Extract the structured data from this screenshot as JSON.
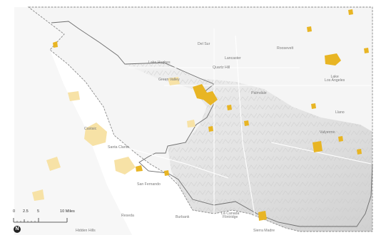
{
  "map": {
    "places": [
      {
        "id": "del-sur",
        "name": "Del Sur"
      },
      {
        "id": "lake-hughes",
        "name": "Lake Hughes"
      },
      {
        "id": "lancaster",
        "name": "Lancaster"
      },
      {
        "id": "roosevelt",
        "name": "Roosevelt"
      },
      {
        "id": "quartz-hill",
        "name": "Quartz Hill"
      },
      {
        "id": "green-valley",
        "name": "Green Valley"
      },
      {
        "id": "palmdale",
        "name": "Palmdale"
      },
      {
        "id": "lake-los-angeles",
        "name": "Lake\nLos Angeles"
      },
      {
        "id": "llano",
        "name": "Llano"
      },
      {
        "id": "castaic",
        "name": "Castaic"
      },
      {
        "id": "valyermo",
        "name": "Valyermo"
      },
      {
        "id": "santa-clarita",
        "name": "Santa Clarita"
      },
      {
        "id": "san-fernando",
        "name": "San Fernando"
      },
      {
        "id": "reseda",
        "name": "Reseda"
      },
      {
        "id": "burbank",
        "name": "Burbank"
      },
      {
        "id": "la-canada-flintridge",
        "name": "La Canada\nFlintridge"
      },
      {
        "id": "sierra-madre",
        "name": "Sierra Madre"
      },
      {
        "id": "hidden-hills",
        "name": "Hidden Hills"
      }
    ],
    "scale_bar": {
      "ticks": [
        "0",
        "2.5",
        "5",
        "10 Miles"
      ]
    },
    "north_symbol": "N",
    "colors": {
      "highlight": "#e8b524",
      "light_highlight": "#f7e2a6",
      "boundary": "#888888",
      "terrain": "#dcdcdc"
    }
  }
}
